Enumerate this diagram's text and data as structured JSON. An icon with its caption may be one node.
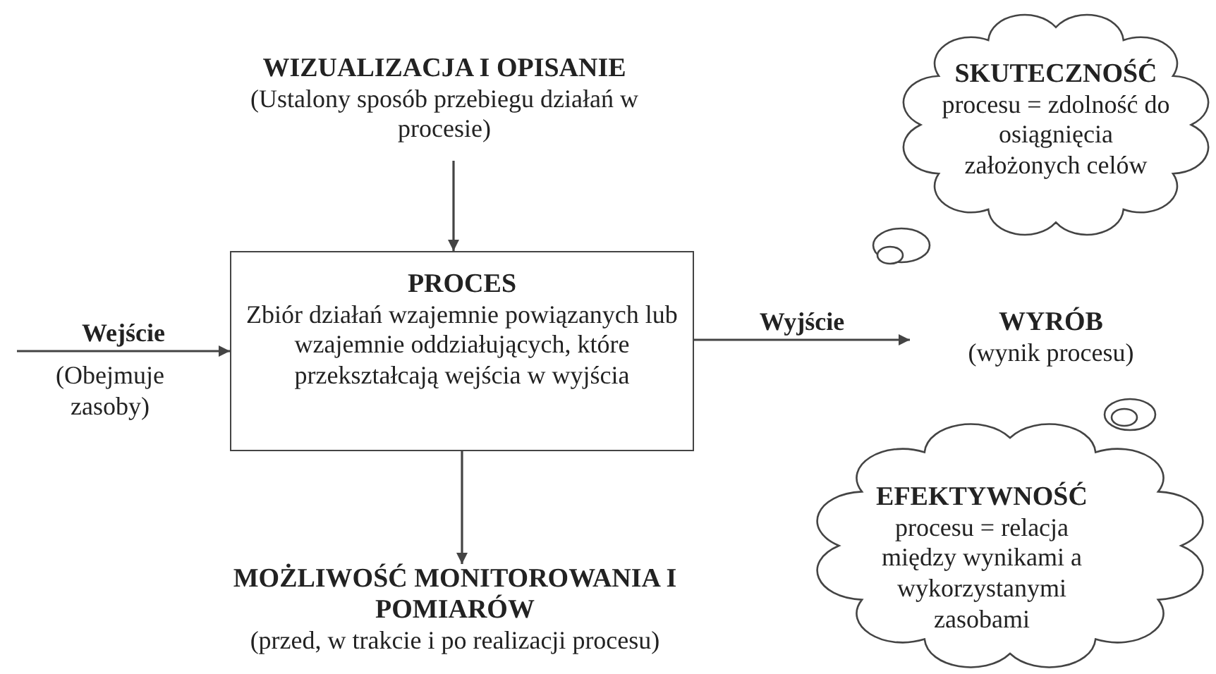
{
  "diagram": {
    "nodes": [
      {
        "text": [
          "WIZUALIZACJA I OPISANIE",
          "(Ustalony sposób przebiegu działań w procesie)"
        ]
      },
      {
        "text": [
          "SKUTECZNOŚĆ",
          "procesu = zdolność do osiągnięcia założonych celów"
        ]
      },
      {
        "text": [
          "PROCES",
          "Zbiór działań wzajemnie powiązanych lub wzajemnie oddziałujących, które przekształcają wejścia w wyjścia"
        ]
      },
      {
        "text": [
          "WYRÓB",
          "(wynik procesu)"
        ]
      },
      {
        "text": [
          "EFEKTYWNOŚĆ",
          "procesu = relacja między wynikami a wykorzystanymi zasobami"
        ]
      },
      {
        "text": [
          "MOŻLIWOŚĆ MONITOROWANIA I POMIARÓW",
          "(przed, w trakcie i po realizacji procesu)"
        ]
      }
    ],
    "edges": [
      {
        "from": 0,
        "to": 2,
        "arrow": "to"
      },
      {
        "from": null,
        "to": 2,
        "arrow": "to",
        "label": "Wejście"
      },
      {
        "from": 2,
        "to": 3,
        "arrow": "to",
        "label": "Wyjście"
      },
      {
        "from": 2,
        "to": 5,
        "arrow": "to"
      }
    ],
    "labels": [
      "(Obejmuje zasoby)"
    ]
  }
}
